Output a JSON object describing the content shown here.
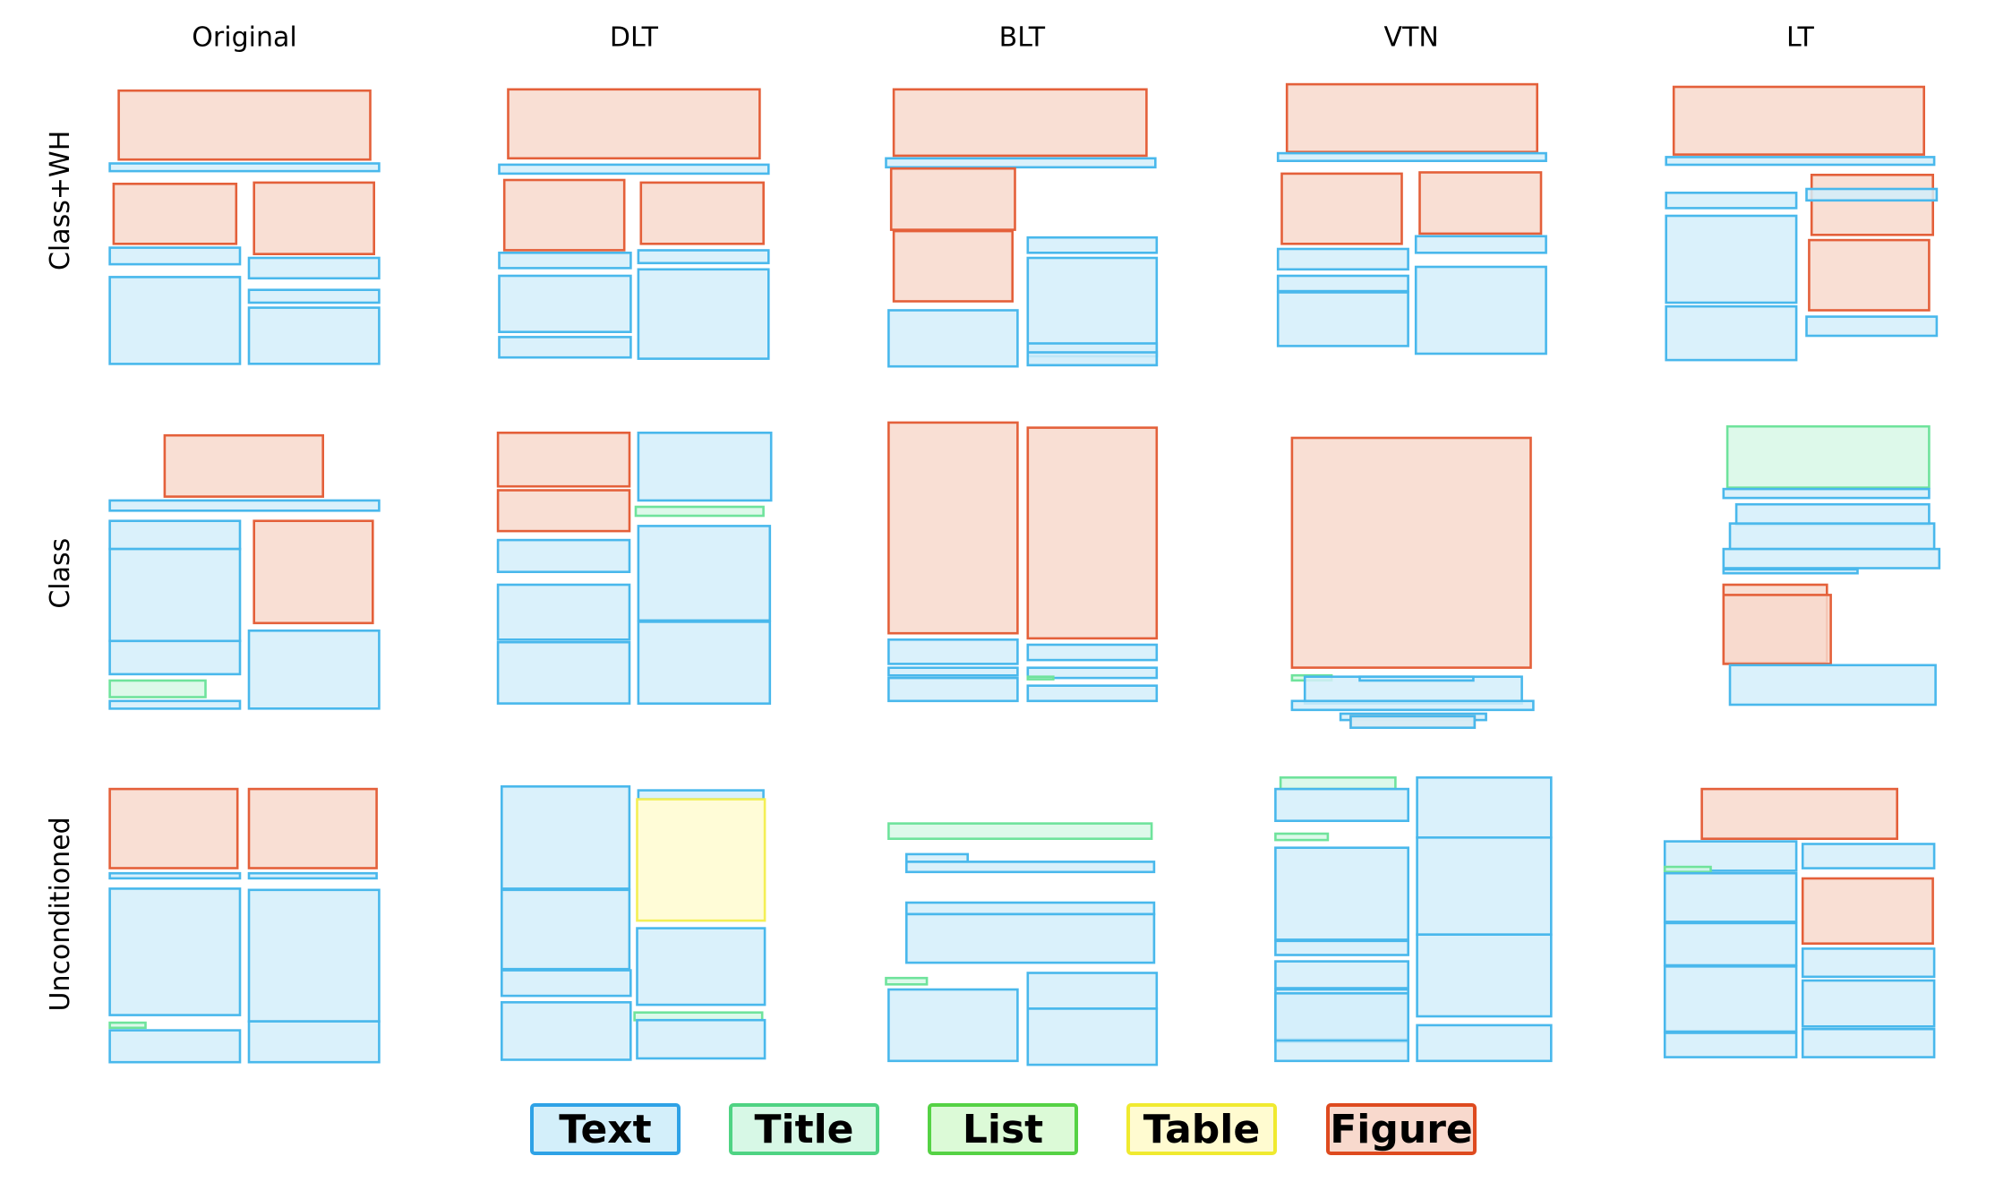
{
  "columns": [
    "Original",
    "DLT",
    "BLT",
    "VTN",
    "LT"
  ],
  "rows": [
    "Class+WH",
    "Class",
    "Unconditioned"
  ],
  "legend": [
    {
      "label": "Text",
      "type": "text"
    },
    {
      "label": "Title",
      "type": "title"
    },
    {
      "label": "List",
      "type": "list"
    },
    {
      "label": "Table",
      "type": "table"
    },
    {
      "label": "Figure",
      "type": "figure"
    }
  ],
  "colors": {
    "text": {
      "fill": "#d3effa",
      "stroke": "#49b8ec",
      "legend_fill": "#d3effa",
      "legend_stroke": "#2ea2e6"
    },
    "title": {
      "fill": "#d7f8e6",
      "stroke": "#6fe39c",
      "legend_fill": "#d7f8e6",
      "legend_stroke": "#4fd383"
    },
    "list": {
      "fill": "#dcfad7",
      "stroke": "#73e363",
      "legend_fill": "#dcfad7",
      "legend_stroke": "#55d244"
    },
    "table": {
      "fill": "#fffbd0",
      "stroke": "#f4ef55",
      "legend_fill": "#fffbd0",
      "legend_stroke": "#f0ea2f"
    },
    "figure": {
      "fill": "#f8d9cd",
      "stroke": "#e4603a",
      "legend_fill": "#f8d9cd",
      "legend_stroke": "#de4a1f"
    }
  }
}
